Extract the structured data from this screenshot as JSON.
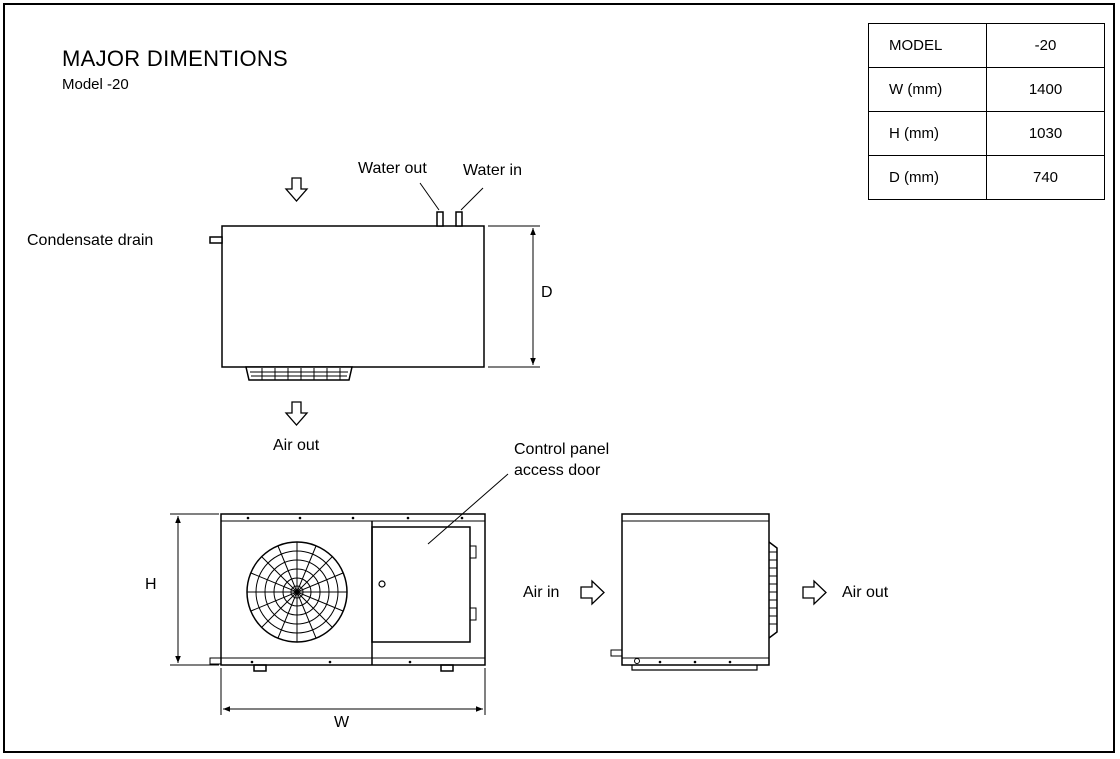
{
  "title": "MAJOR DIMENTIONS",
  "subtitle": "Model -20",
  "table": {
    "rows": [
      {
        "key": "MODEL",
        "value": "-20"
      },
      {
        "key": "W (mm)",
        "value": "1400"
      },
      {
        "key": "H (mm)",
        "value": "1030"
      },
      {
        "key": "D (mm)",
        "value": "740"
      }
    ]
  },
  "labels": {
    "water_out": "Water out",
    "water_in": "Water in",
    "condensate_drain": "Condensate drain",
    "dim_d": "D",
    "air_out_top": "Air out",
    "control_panel_line1": "Control panel",
    "control_panel_line2": "access door",
    "dim_h": "H",
    "dim_w": "W",
    "air_in": "Air in",
    "air_out_side": "Air out"
  }
}
